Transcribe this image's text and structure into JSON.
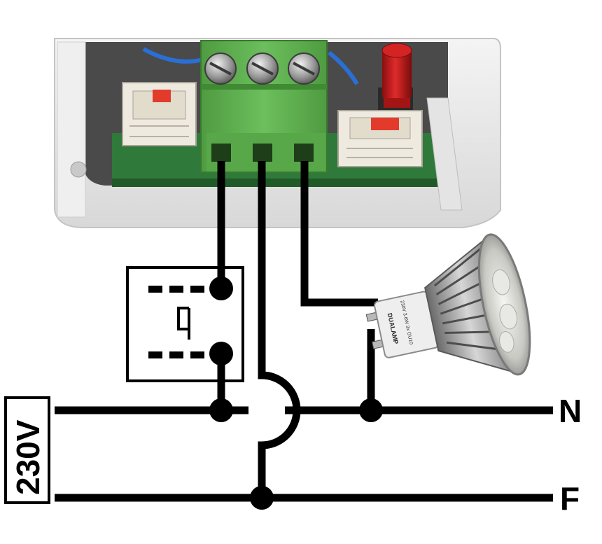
{
  "supply": {
    "voltage_label": "230V",
    "neutral_label": "N",
    "phase_label": "F"
  },
  "lamp": {
    "brand_text": "DUALAMP",
    "spec_text": "230V 3.6W 3x GU10"
  },
  "colors": {
    "wire": "#000000",
    "terminal_green": "#5fb04f",
    "pcb_green": "#2f7a3a",
    "housing": "#e9e9e9",
    "knob_red": "#c81a1a",
    "dip_red": "#e23b2b"
  }
}
